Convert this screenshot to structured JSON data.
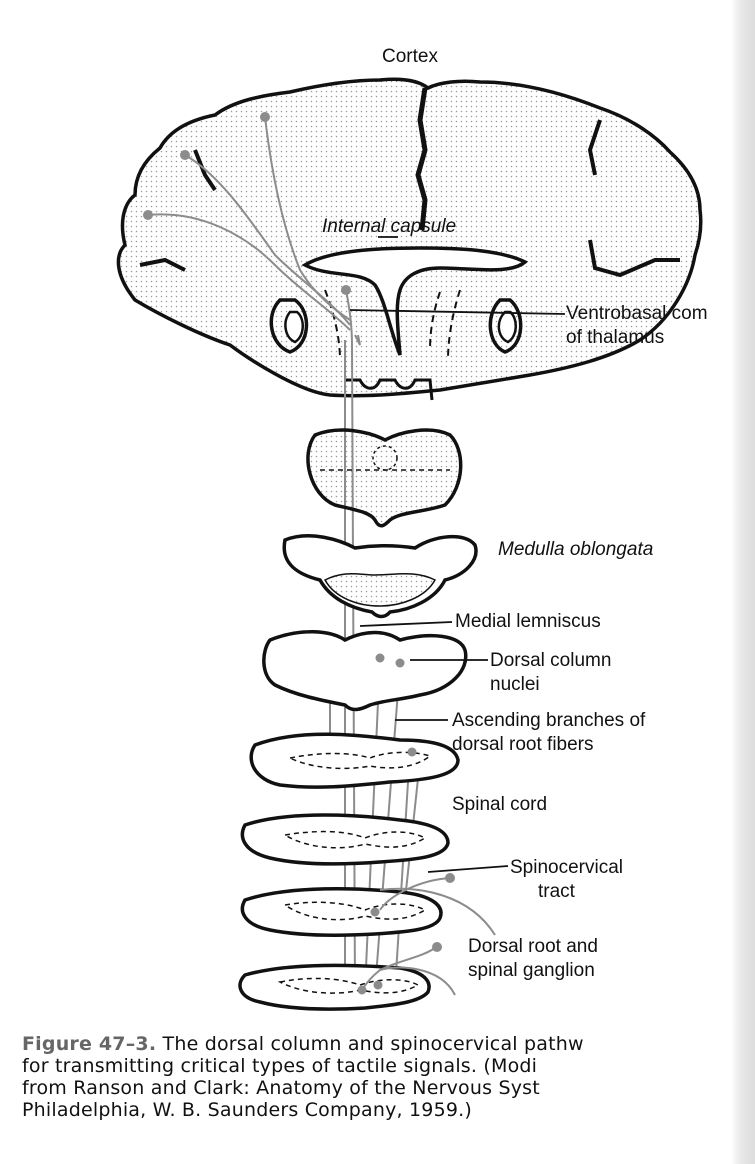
{
  "labels": {
    "cortex": "Cortex",
    "internal_capsule": "Internal capsule",
    "ventrobasal_1": "Ventrobasal com",
    "ventrobasal_2": "of thalamus",
    "medulla": "Medulla oblongata",
    "medial_lemniscus": "Medial lemniscus",
    "dorsal_column_1": "Dorsal column",
    "dorsal_column_2": "nuclei",
    "ascending_1": "Ascending branches of",
    "ascending_2": "dorsal root fibers",
    "spinal_cord": "Spinal cord",
    "spinocervical_1": "Spinocervical",
    "spinocervical_2": "tract",
    "dorsal_root_1": "Dorsal root and",
    "dorsal_root_2": "spinal ganglion"
  },
  "caption": {
    "figure_number": "Figure 47–3.",
    "line1_rest": " The dorsal column and spinocervical pathw",
    "line2": "for transmitting critical types of tactile signals. (Modi",
    "line3": "from Ranson and Clark: Anatomy of the Nervous Syst",
    "line4": "Philadelphia, W. B. Saunders Company, 1959.)"
  },
  "colors": {
    "ink": "#111111",
    "stipple": "#9a9a9a",
    "fiber": "#8c8c8c",
    "figure_number": "#666666"
  }
}
